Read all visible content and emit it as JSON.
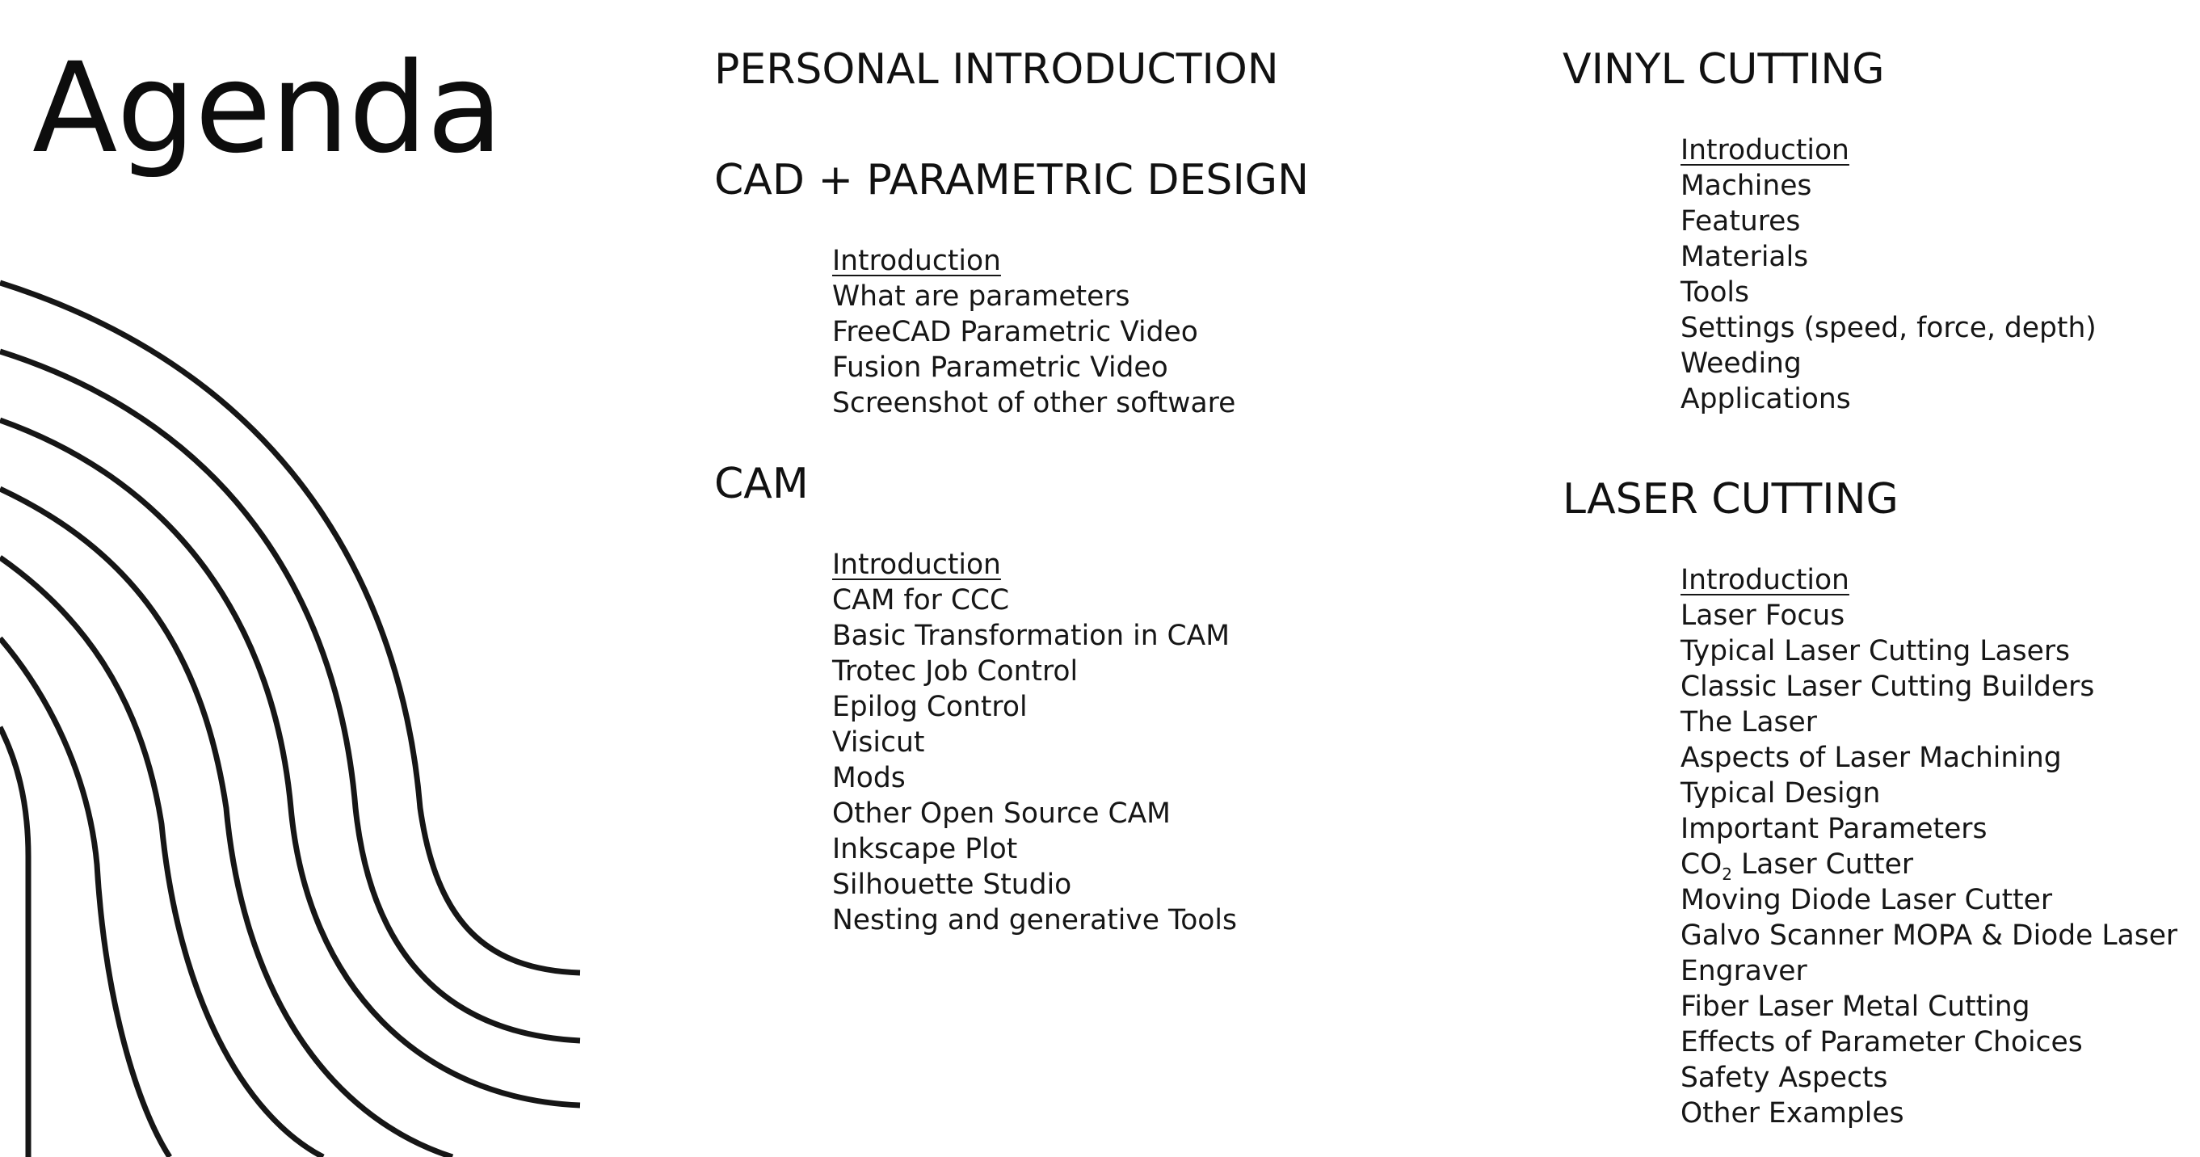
{
  "title": "Agenda",
  "sections": {
    "personal": {
      "title": "PERSONAL INTRODUCTION"
    },
    "cad": {
      "title": "CAD + PARAMETRIC DESIGN",
      "items": [
        "Introduction",
        "What are parameters",
        "FreeCAD Parametric Video",
        "Fusion Parametric Video",
        "Screenshot of other software"
      ]
    },
    "cam": {
      "title": "CAM",
      "items": [
        "Introduction",
        "CAM for CCC",
        "Basic Transformation in CAM",
        "Trotec Job Control",
        "Epilog Control",
        "Visicut",
        "Mods",
        "Other Open Source CAM",
        "Inkscape Plot",
        "Silhouette Studio",
        "Nesting and generative Tools"
      ]
    },
    "vinyl": {
      "title": "VINYL CUTTING",
      "items": [
        "Introduction",
        "Machines",
        "Features",
        "Materials",
        "Tools",
        "Settings (speed, force, depth)",
        "Weeding",
        "Applications"
      ]
    },
    "laser": {
      "title": "LASER CUTTING",
      "items": [
        "Introduction",
        "Laser Focus",
        "Typical Laser Cutting Lasers",
        "Classic Laser Cutting Builders",
        "The Laser",
        "Aspects of Laser Machining",
        "Typical Design",
        "Important Parameters",
        "CO",
        "2",
        "Laser Cutter",
        "Moving Diode Laser Cutter",
        "Galvo Scanner MOPA & Diode Laser",
        "Engraver",
        "Fiber Laser Metal Cutting",
        "Effects of Parameter Choices",
        "Safety Aspects",
        "Other Examples"
      ]
    }
  }
}
